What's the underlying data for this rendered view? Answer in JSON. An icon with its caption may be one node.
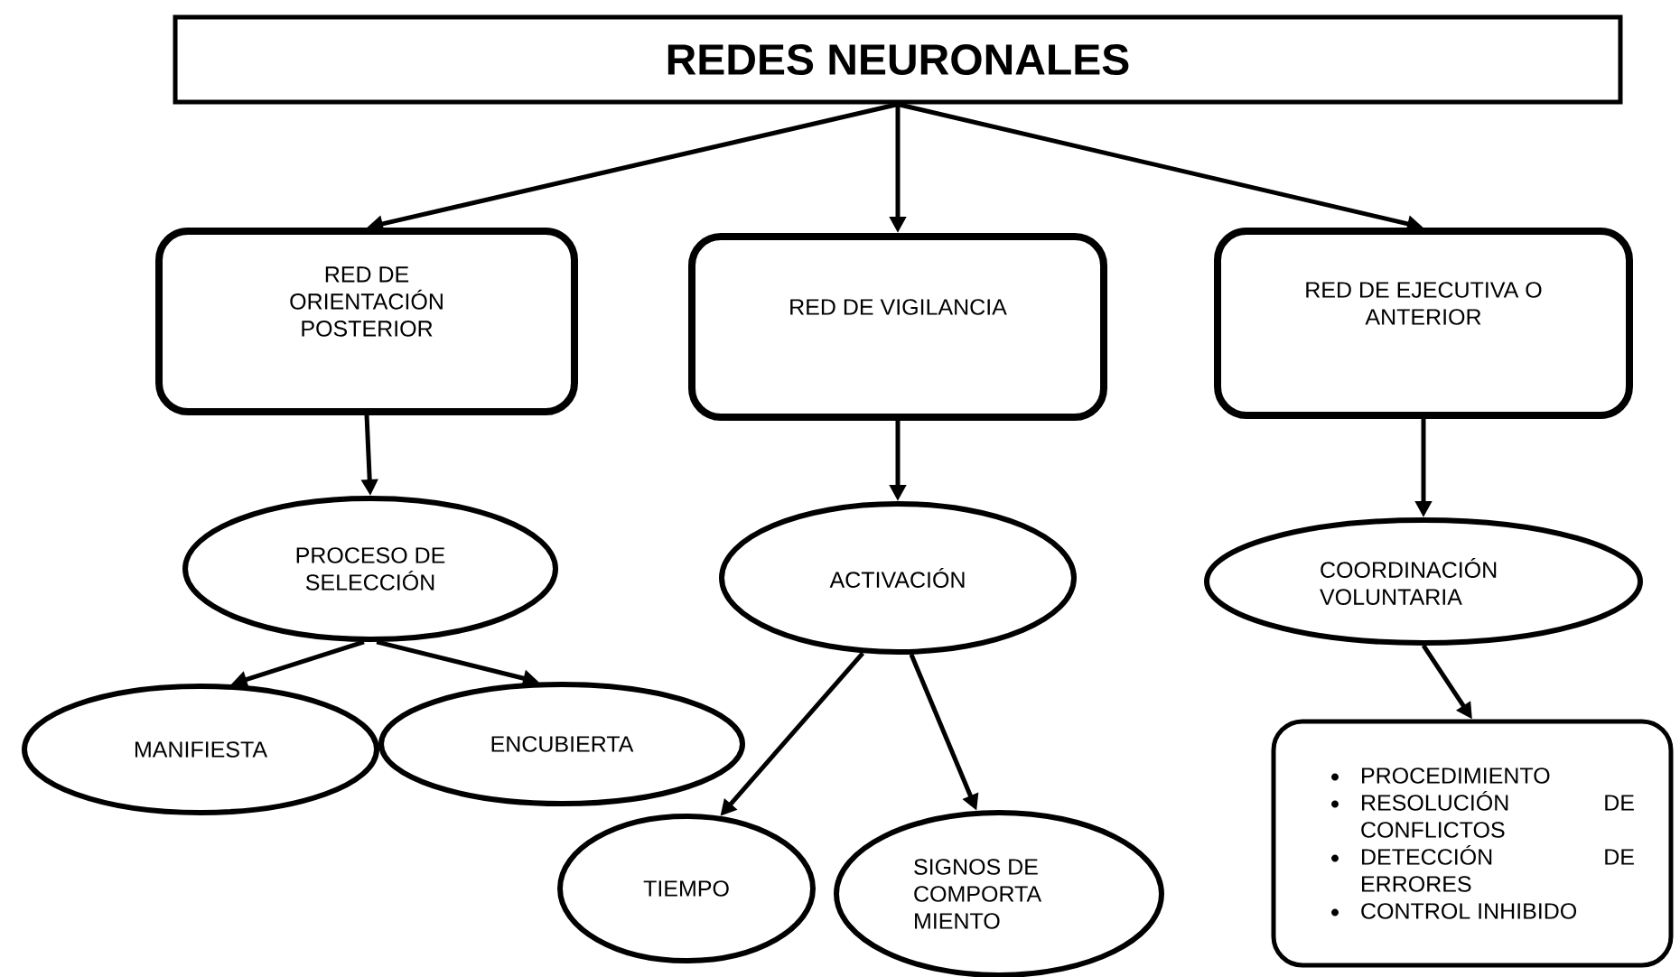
{
  "diagram": {
    "nodes": [
      {
        "text": [
          "REDES NEURONALES"
        ]
      },
      {
        "text": [
          "RED DE ORIENTACIÓN POSTERIOR"
        ]
      },
      {
        "text": [
          "RED DE VIGILANCIA"
        ]
      },
      {
        "text": [
          "RED DE EJECUTIVA O ANTERIOR"
        ]
      },
      {
        "text": [
          "PROCESO DE SELECCIÓN"
        ]
      },
      {
        "text": [
          "ACTIVACIÓN"
        ]
      },
      {
        "text": [
          "COORDINACIÓN VOLUNTARIA"
        ]
      },
      {
        "text": [
          "MANIFIESTA"
        ]
      },
      {
        "text": [
          "ENCUBIERTA"
        ]
      },
      {
        "text": [
          "TIEMPO"
        ]
      },
      {
        "text": [
          "SIGNOS DE COMPORTA MIENTO"
        ]
      },
      {
        "text": [
          "PROCEDIMIENTO",
          "RESOLUCIÓN DE CONFLICTOS",
          "DETECCIÓN DE ERRORES",
          "CONTROL INHIBIDO"
        ]
      }
    ],
    "edges": [
      {
        "from": 0,
        "to": 1,
        "arrow": "to"
      },
      {
        "from": 0,
        "to": 2,
        "arrow": "to"
      },
      {
        "from": 0,
        "to": 3,
        "arrow": "to"
      },
      {
        "from": 1,
        "to": 4,
        "arrow": "to"
      },
      {
        "from": 2,
        "to": 5,
        "arrow": "to"
      },
      {
        "from": 3,
        "to": 6,
        "arrow": "to"
      },
      {
        "from": 4,
        "to": 7,
        "arrow": "to"
      },
      {
        "from": 4,
        "to": 8,
        "arrow": "to"
      },
      {
        "from": 5,
        "to": 9,
        "arrow": "to"
      },
      {
        "from": 5,
        "to": 10,
        "arrow": "to"
      },
      {
        "from": 6,
        "to": 11,
        "arrow": "to"
      }
    ]
  }
}
